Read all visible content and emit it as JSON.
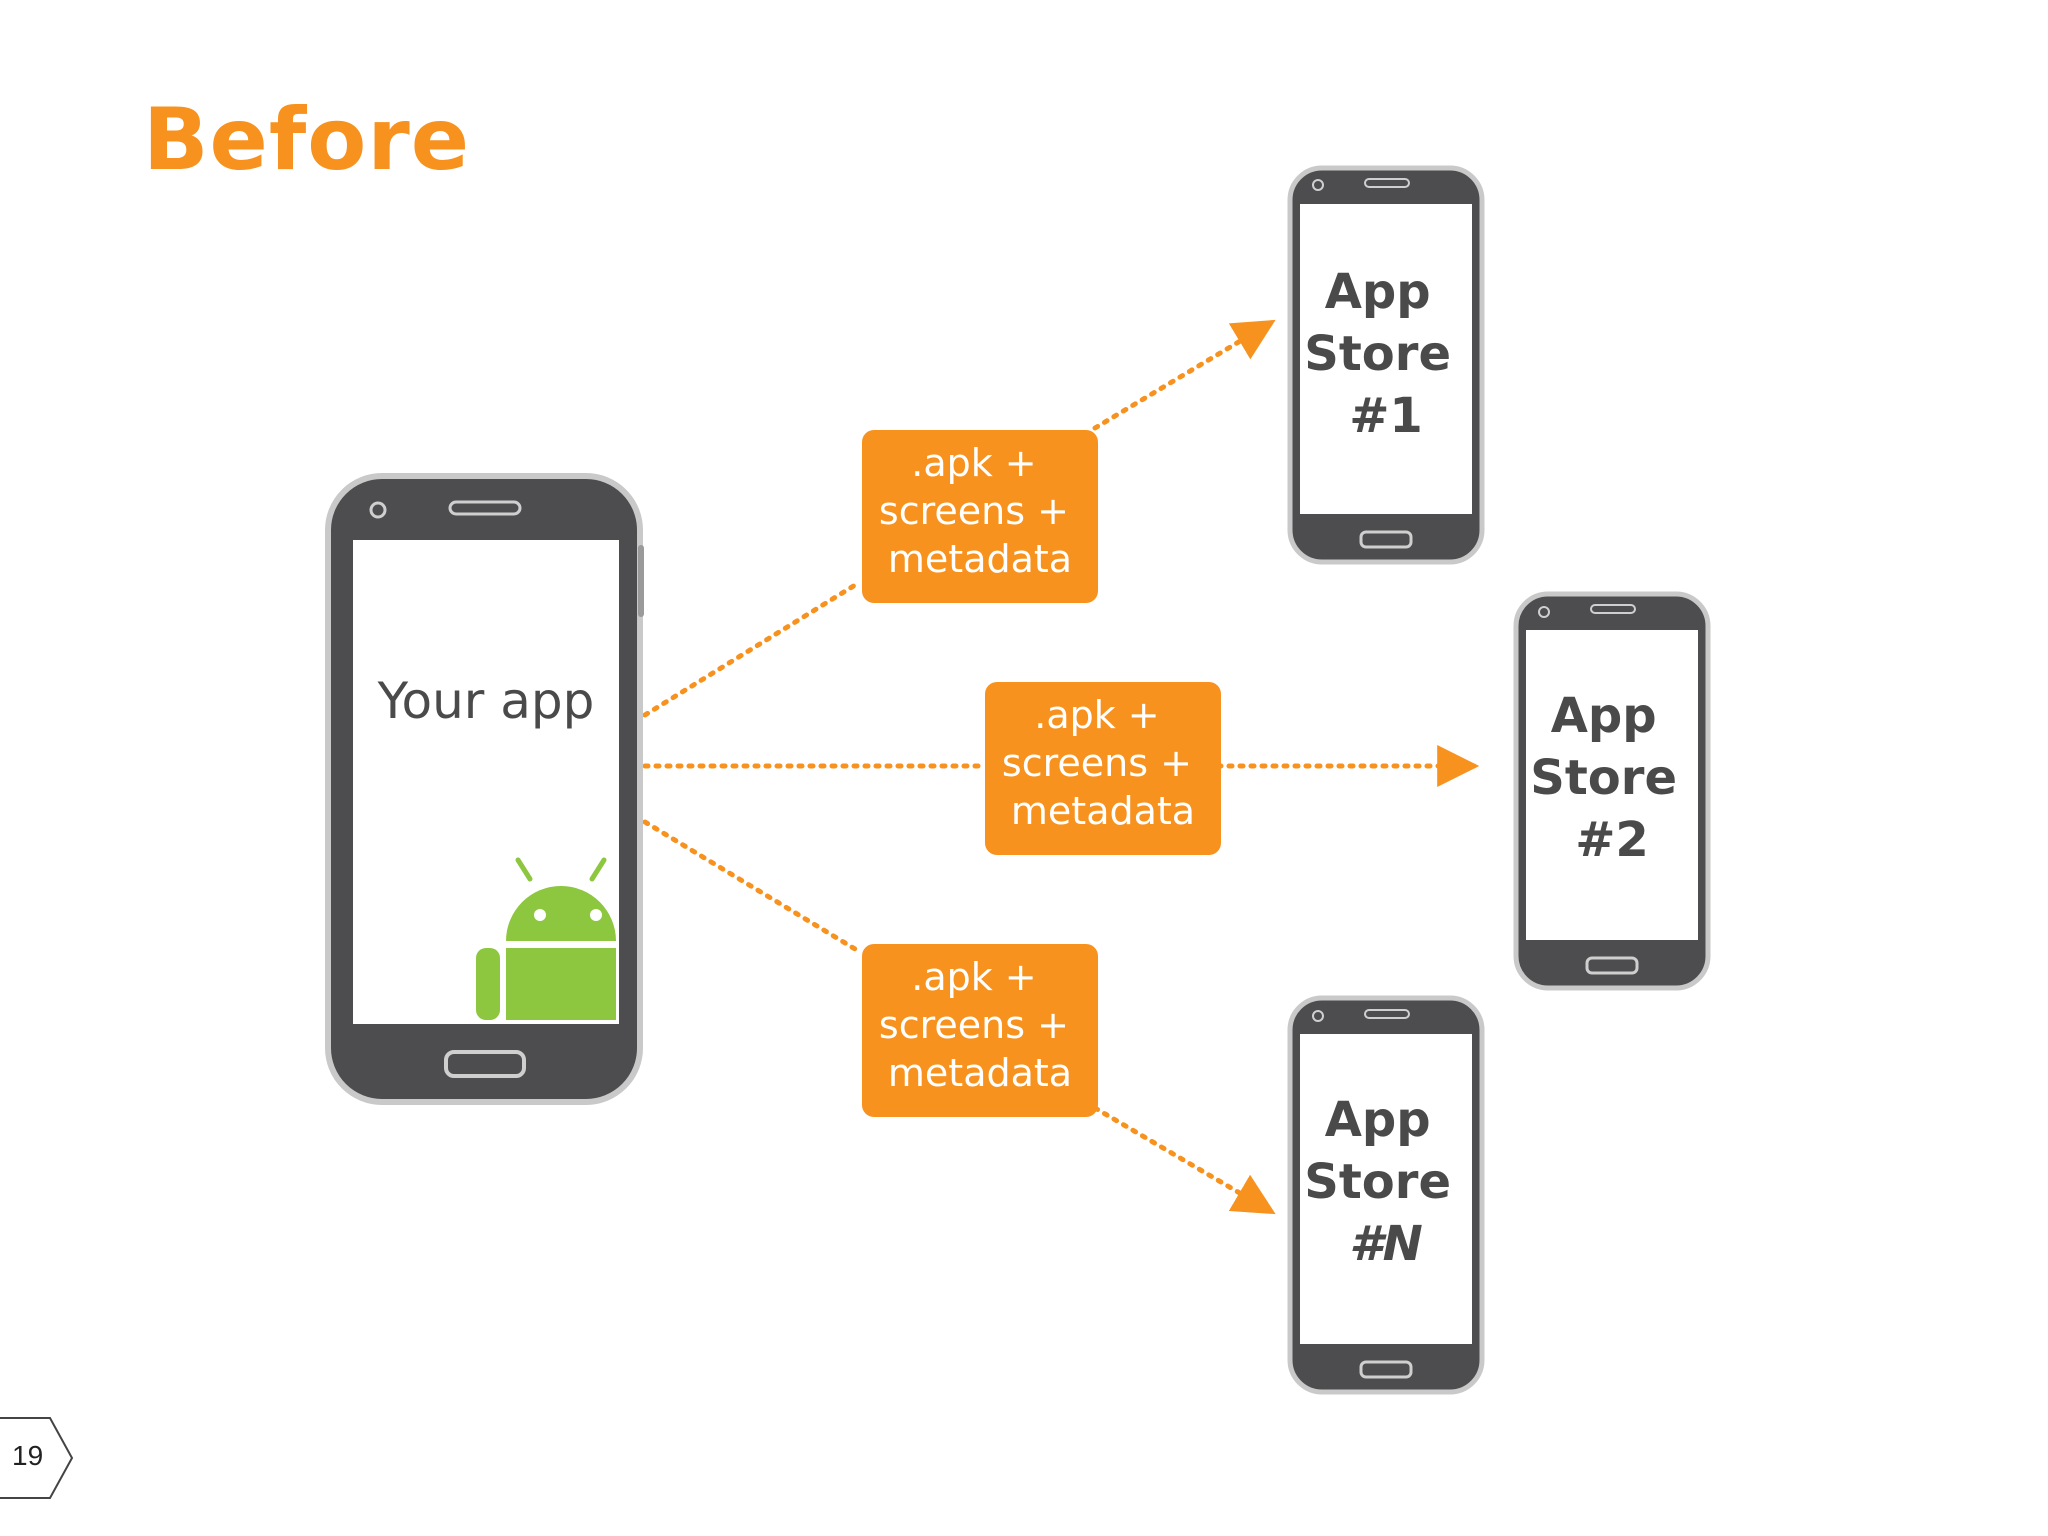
{
  "slide": {
    "title": "Before",
    "page_number": "19"
  },
  "colors": {
    "accent": "#f7921e",
    "phone_body": "#4d4d4f",
    "phone_rim": "#c9c9c9",
    "screen": "#ffffff",
    "text_dark": "#4a4a4a",
    "android_green": "#8dc63f"
  },
  "source_phone": {
    "label": "Your app",
    "icon": "android-robot-icon"
  },
  "payload_labels": [
    {
      "line1": ".apk +",
      "line2": "screens +",
      "line3": "metadata"
    },
    {
      "line1": ".apk +",
      "line2": "screens +",
      "line3": "metadata"
    },
    {
      "line1": ".apk +",
      "line2": "screens +",
      "line3": "metadata"
    }
  ],
  "stores": [
    {
      "line1": "App",
      "line2": "Store",
      "line3": "#1"
    },
    {
      "line1": "App",
      "line2": "Store",
      "line3": "#2"
    },
    {
      "line1": "App",
      "line2": "Store",
      "line3": "#N"
    }
  ]
}
